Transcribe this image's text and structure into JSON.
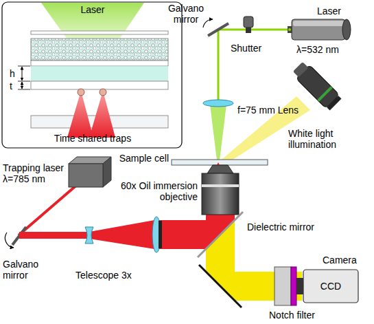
{
  "diagram": {
    "labels": [
      "Laser",
      "h",
      "t",
      "Time shared traps",
      "Galvano mirror",
      "λ=532 nm",
      "Laser",
      "Shutter",
      "f=75 mm Lens",
      "Sample cell",
      "White light illumination",
      "60x Oil immersion objective",
      "Trapping laser λ=785 nm",
      "Galvano mirror",
      "Telescope 3x",
      "Dielectric mirror",
      "Camera",
      "CCD",
      "Notch filter"
    ]
  }
}
